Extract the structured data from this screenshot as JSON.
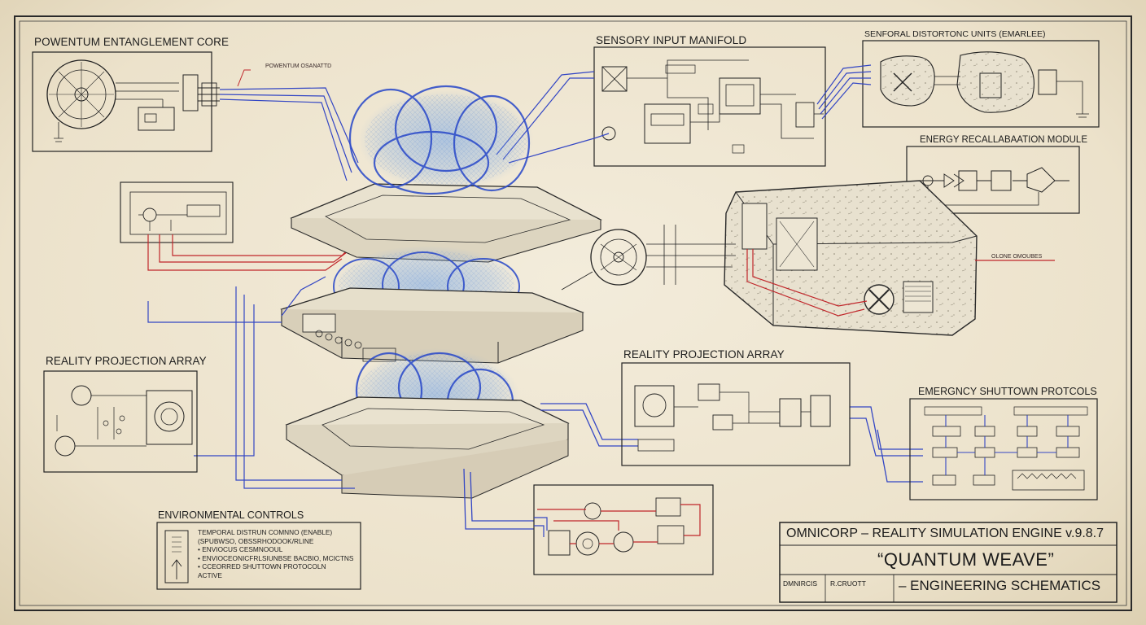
{
  "titles": {
    "entanglement_core": "POWENTUM ENTANGLEMENT CORE",
    "sensory_input": "SENSORY INPUT MANIFOLD",
    "sensory_units": "SENFORAL DISTORTONC UNITS (EMARLEE)",
    "energy_module": "ENERGY RECALLABAATION MODULE",
    "reality_array_left": "REALITY PROJECTION ARRAY",
    "reality_array_right": "REALITY PROJECTION ARRAY",
    "emergency": "EMERGNCY SHUTTOWN PROTCOLS",
    "environmental": "ENVIRONMENTAL CONTROLS"
  },
  "annotations": {
    "core_callout": "POWENTUM OSANATTD",
    "right_callout": "OLONE OMOUBES"
  },
  "environmental_items": [
    "TEMPORAL DISTRUN COMNNO (ENABLE)",
    "(SPUBWSO, OBSSRHODOOK/RLINE",
    "• ENVIOCUS CESMNOOUL",
    "• ENVIOCEONICFRLSIUNBSE BACBIO, MCICTNS",
    "• CCEORRED SHUTTOWN PROTOCOLN",
    "  ACTIVE"
  ],
  "title_block": {
    "line1": "OMNICORP – REALITY SIMULATION ENGINE v.9.8.7",
    "line2": "“QUANTUM WEAVE”",
    "label_a": "DMNIRCIS",
    "label_b": "R.CRUOTT",
    "line3": "– ENGINEERING SCHEMATICS"
  },
  "colors": {
    "paper": "#efe6d2",
    "ink": "#1f1f1f",
    "wire_blue": "#2a36b8",
    "wire_red": "#c0262a",
    "field_blue": "#5b8fd9"
  }
}
